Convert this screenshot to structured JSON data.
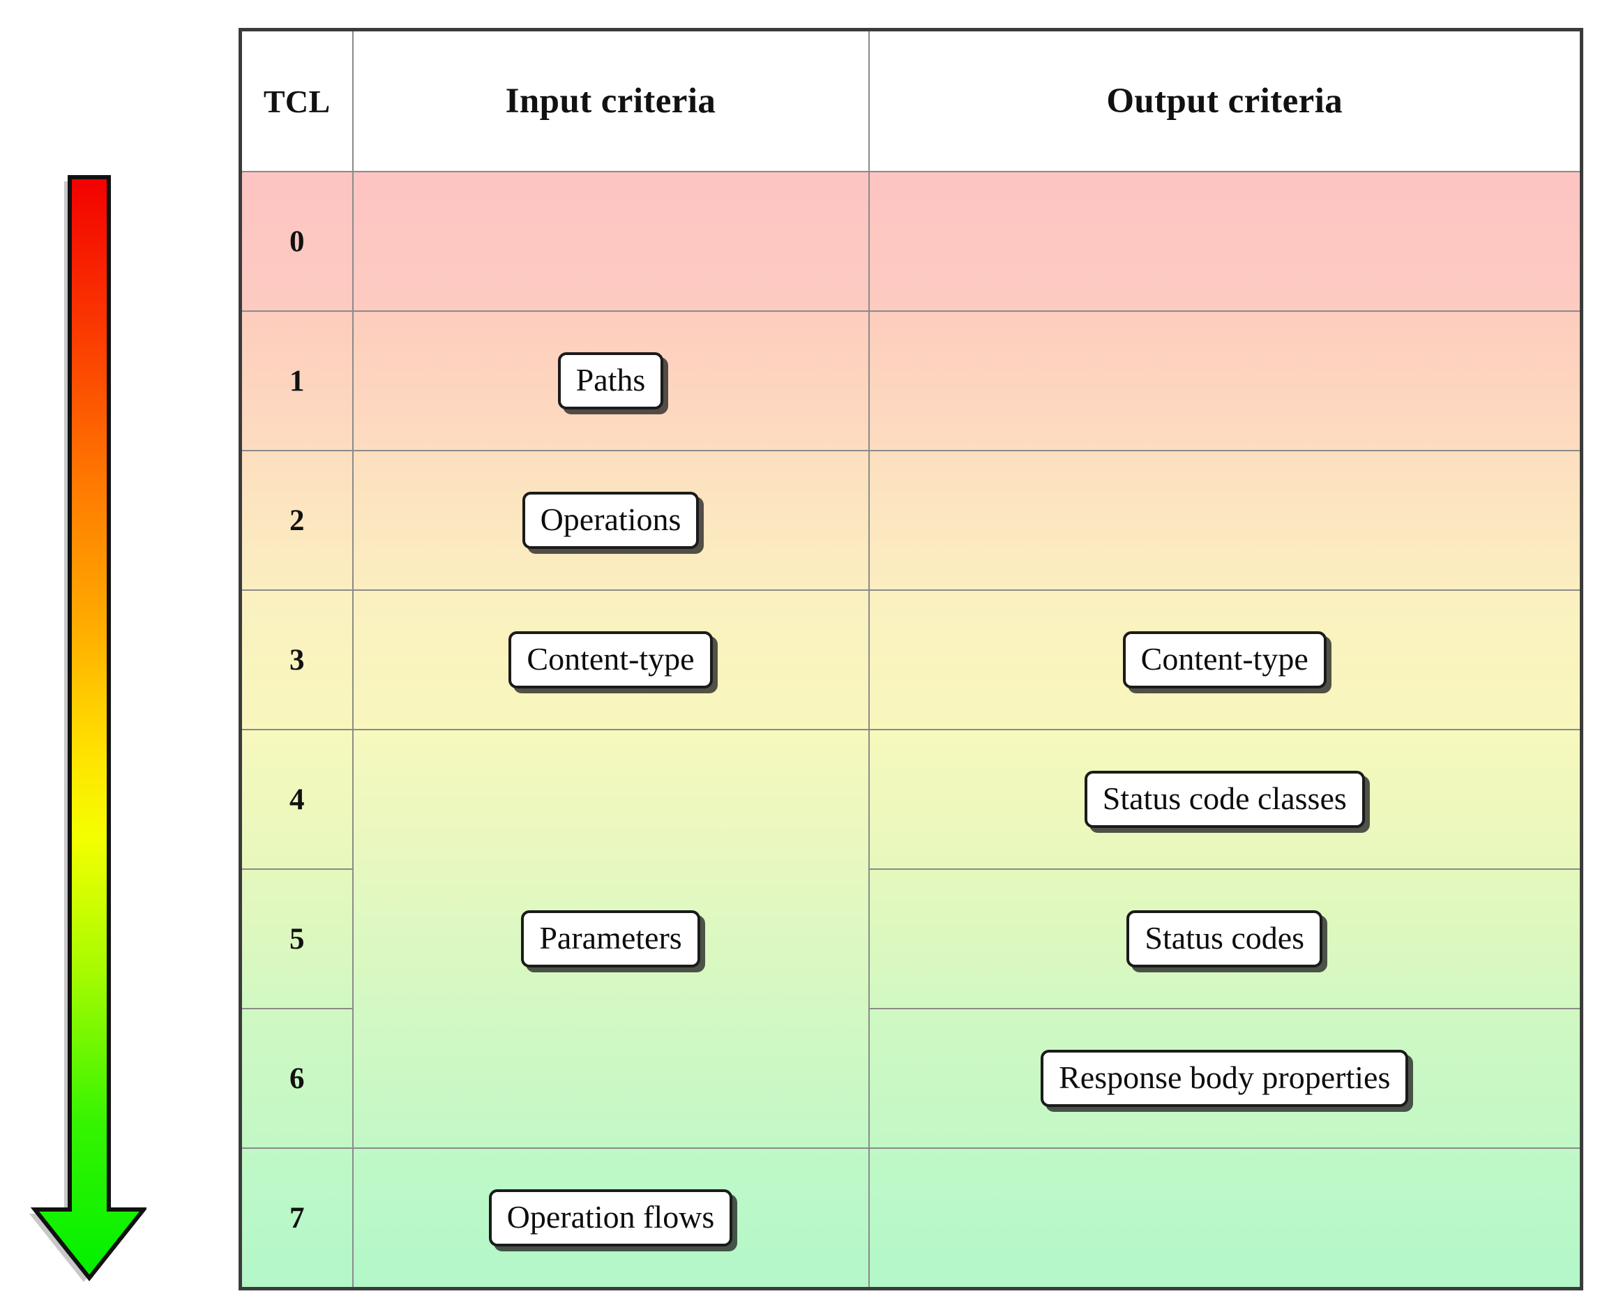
{
  "figure": {
    "type": "table-diagram",
    "description": "Test Coverage Level (TCL) table mapping input and output criteria"
  },
  "arrow": {
    "name": "severity-gradient-arrow",
    "direction": "down",
    "gradient_stops": [
      "#f20000",
      "#ff5a00",
      "#ff9d00",
      "#ffe800",
      "#f6ff00",
      "#9dfa00",
      "#2bf200",
      "#00f000"
    ],
    "top_color": "#f20000",
    "bottom_color": "#00f000"
  },
  "table": {
    "headers": {
      "tcl": "TCL",
      "input": "Input criteria",
      "output": "Output criteria"
    },
    "rows": [
      {
        "tcl": "0",
        "input": "",
        "output": "",
        "bg": "bg-r0"
      },
      {
        "tcl": "1",
        "input": "Paths",
        "output": "",
        "bg": "bg-r1"
      },
      {
        "tcl": "2",
        "input": "Operations",
        "output": "",
        "bg": "bg-r2"
      },
      {
        "tcl": "3",
        "input": "Content-type",
        "output": "Content-type",
        "bg": "bg-r3"
      },
      {
        "tcl": "4",
        "input": "",
        "output": "Status code classes",
        "bg": "bg-r4"
      },
      {
        "tcl": "5",
        "input": "Parameters",
        "output": "Status codes",
        "bg": "bg-r5"
      },
      {
        "tcl": "6",
        "input": "",
        "output": "Response body properties",
        "bg": "bg-r6"
      },
      {
        "tcl": "7",
        "input": "Operation flows",
        "output": "",
        "bg": "bg-r7"
      }
    ],
    "merged_input_note": "Rows 4, 5 and 6 share one merged Input criteria cell containing 'Parameters'"
  }
}
